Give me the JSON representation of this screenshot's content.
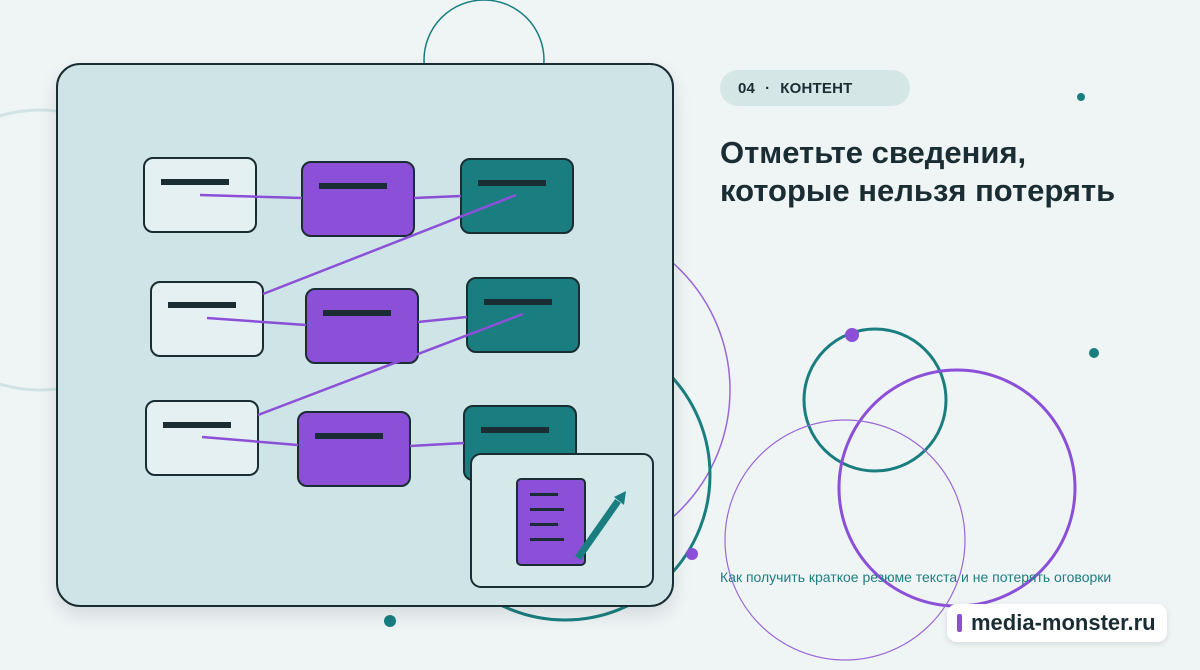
{
  "header": {
    "section_number": "04",
    "separator": "·",
    "section_label": "КОНТЕНТ",
    "title_line1": "Отметьте сведения,",
    "title_line2": "которые нельзя потерять"
  },
  "subtitle": "Как получить краткое резюме текста и не потерять оговорки",
  "brand": {
    "domain": "media-monster.ru"
  },
  "colors": {
    "background": "#eff4f5",
    "dark": "#1a2d33",
    "purple": "#8c4fd8",
    "teal": "#1a7e80",
    "panel": "#cfe4e6"
  },
  "icons": [
    "document-icon",
    "pen-icon"
  ]
}
